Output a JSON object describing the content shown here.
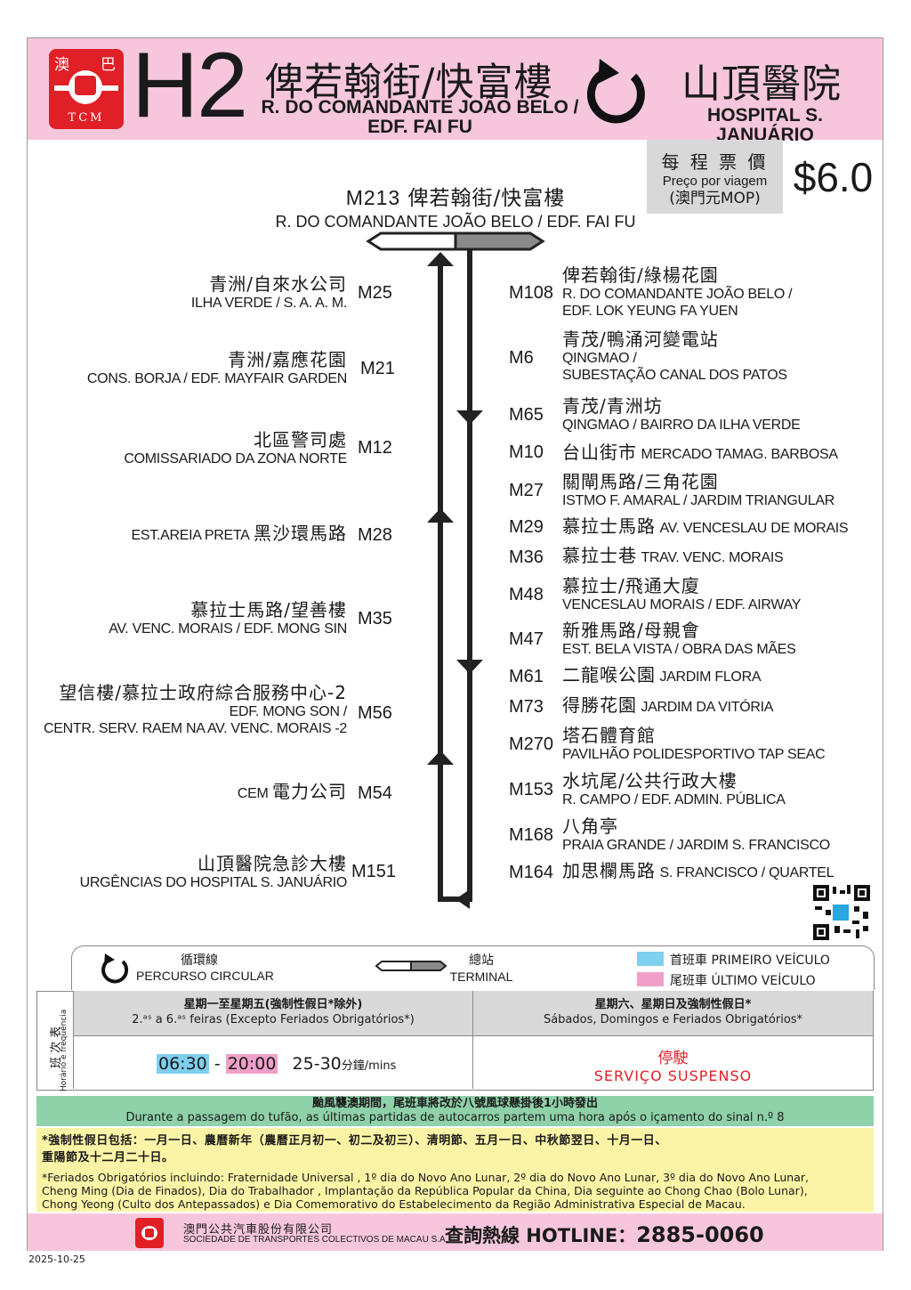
{
  "header": {
    "logo_zh_left": "澳",
    "logo_zh_right": "巴",
    "logo_abbr": "TCM",
    "route": "H2",
    "origin_zh": "俾若翰街/快富樓",
    "origin_pt_line1": "R. DO COMANDANTE JOÃO BELO /",
    "origin_pt_line2": "EDF. FAI FU",
    "dest_zh": "山頂醫院",
    "dest_pt": "HOSPITAL  S. JANUÁRIO"
  },
  "fare": {
    "label_zh": "每 程 票 價",
    "label_pt": "Preço por viagem",
    "unit": "(澳門元MOP)",
    "value": "$6.0"
  },
  "terminal": {
    "code": "M213",
    "zh": "俾若翰街/快富樓",
    "pt": "R. DO COMANDANTE JOÃO BELO / EDF. FAI FU"
  },
  "return_stops": [
    {
      "code": "M25",
      "zh": "青洲/自來水公司",
      "pt": "ILHA VERDE / S. A. A. M."
    },
    {
      "code": "M21",
      "zh": "青洲/嘉應花園",
      "pt": "CONS. BORJA / EDF. MAYFAIR GARDEN"
    },
    {
      "code": "M12",
      "zh": "北區警司處",
      "pt": "COMISSARIADO DA ZONA NORTE"
    },
    {
      "code": "M28",
      "zh": "黑沙環馬路",
      "pt": "EST.AREIA PRETA"
    },
    {
      "code": "M35",
      "zh": "慕拉士馬路/望善樓",
      "pt": "AV. VENC. MORAIS  /  EDF. MONG SIN"
    },
    {
      "code": "M56",
      "zh": "望信樓/慕拉士政府綜合服務中心-2",
      "pt": "EDF. MONG SON /",
      "pt2": "CENTR. SERV. RAEM NA AV. VENC. MORAIS -2"
    },
    {
      "code": "M54",
      "zh": "電力公司",
      "pt": "CEM"
    },
    {
      "code": "M151",
      "zh": "山頂醫院急診大樓",
      "pt": "URGÊNCIAS DO HOSPITAL S. JANUÁRIO"
    }
  ],
  "outbound_stops": [
    {
      "code": "M108",
      "zh": "俾若翰街/綠楊花園",
      "pt": "R. DO COMANDANTE JOÃO BELO /",
      "pt2": "EDF. LOK YEUNG FA YUEN"
    },
    {
      "code": "M6",
      "zh": "青茂/鴨涌河變電站",
      "pt": "QINGMAO /",
      "pt2": "SUBESTAÇÃO CANAL DOS PATOS"
    },
    {
      "code": "M65",
      "zh": "青茂/青洲坊",
      "pt": "QINGMAO / BAIRRO DA ILHA VERDE"
    },
    {
      "code": "M10",
      "zh": "台山街市",
      "pt": "MERCADO TAMAG. BARBOSA"
    },
    {
      "code": "M27",
      "zh": "關閘馬路/三角花園",
      "pt": "ISTMO F. AMARAL / JARDIM TRIANGULAR"
    },
    {
      "code": "M29",
      "zh": "慕拉士馬路",
      "pt": "AV. VENCESLAU DE MORAIS"
    },
    {
      "code": "M36",
      "zh": "慕拉士巷",
      "pt": "TRAV. VENC. MORAIS"
    },
    {
      "code": "M48",
      "zh": "慕拉士/飛通大廈",
      "pt": "VENCESLAU MORAIS / EDF. AIRWAY"
    },
    {
      "code": "M47",
      "zh": "新雅馬路/母親會",
      "pt": "EST. BELA VISTA / OBRA DAS MÃES"
    },
    {
      "code": "M61",
      "zh": "二龍喉公園",
      "pt": "JARDIM FLORA"
    },
    {
      "code": "M73",
      "zh": "得勝花園",
      "pt": "JARDIM DA VITÓRIA"
    },
    {
      "code": "M270",
      "zh": "塔石體育館",
      "pt": "PAVILHÃO POLIDESPORTIVO TAP SEAC"
    },
    {
      "code": "M153",
      "zh": "水坑尾/公共行政大樓",
      "pt": "R. CAMPO / EDF. ADMIN. PÚBLICA"
    },
    {
      "code": "M168",
      "zh": "八角亭",
      "pt": "PRAIA GRANDE / JARDIM S. FRANCISCO"
    },
    {
      "code": "M164",
      "zh": "加思欄馬路",
      "pt": "S. FRANCISCO / QUARTEL"
    }
  ],
  "legend": {
    "circular_zh": "循環線",
    "circular_pt": "PERCURSO CIRCULAR",
    "terminal_zh": "總站",
    "terminal_pt": "TERMINAL",
    "first_label": "首班車 PRIMEIRO VEÍCULO",
    "last_label": "尾班車 ÚLTIMO VEÍCULO",
    "first_color": "#7fcfee",
    "last_color": "#f0a0c8"
  },
  "timetable": {
    "side_zh": "班 次 表",
    "side_pt": "Horário e frequência",
    "weekday_zh": "星期一至星期五(強制性假日*除外)",
    "weekday_pt": "2.ᵃˢ a 6.ᵃˢ feiras (Excepto Feriados Obrigatórios*)",
    "weekend_zh": "星期六、星期日及強制性假日*",
    "weekend_pt": "Sábados, Domingos e Feriados Obrigatórios*",
    "first_bus": "06:30",
    "dash": "-",
    "last_bus": "20:00",
    "frequency": "25-30",
    "freq_unit": "分鐘/mins",
    "suspended_zh": "停駛",
    "suspended_pt": "SERVIÇO SUSPENSO"
  },
  "typhoon": {
    "zh": "颱風襲澳期間，尾班車將改於八號風球懸掛後1小時發出",
    "pt": "Durante a passagem do tufão, as últimas partidas de autocarros partem uma hora após o içamento do sinal n.º 8"
  },
  "holidays": {
    "zh_line1": "*強制性假日包括：一月一日、農曆新年（農曆正月初一、初二及初三）、清明節、五月一日、中秋節翌日、十月一日、",
    "zh_line2": "重陽節及十二月二十日。",
    "pt_line1": "*Feriados Obrigatórios incluindo: Fraternidade Universal , 1º dia do Novo Ano Lunar, 2º dia do Novo Ano Lunar, 3º dia do Novo Ano Lunar,",
    "pt_line2": "Cheng Ming (Dia de Finados), Dia do Trabalhador , Implantação da República Popular da China, Dia seguinte ao Chong Chao (Bolo Lunar),",
    "pt_line3": "Chong Yeong (Culto dos Antepassados) e Dia Comemorativo do Estabelecimento da Região Administrativa Especial de Macau."
  },
  "footer": {
    "company_zh": "澳門公共汽車股份有限公司",
    "company_pt": "SOCIEDADE DE TRANSPORTES COLECTIVOS DE MACAU S.A.",
    "hotline_label": "查詢熱線 HOTLINE：",
    "hotline": "2885-0060"
  },
  "date": "2025-10-25"
}
